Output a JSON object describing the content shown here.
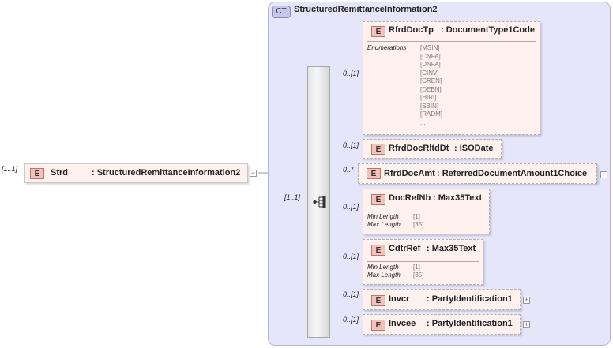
{
  "complex_type": {
    "badge": "CT",
    "name": "StructuredRemittanceInformation2"
  },
  "root": {
    "badge": "E",
    "cardinality": "[1..1]",
    "name": "Strd",
    "type": ": StructuredRemittanceInformation2"
  },
  "sequence": {
    "cardinality": "[1..1]"
  },
  "elements": [
    {
      "badge": "E",
      "cardinality": "0..[1]",
      "name": "RfrdDocTp",
      "type": ": DocumentType1Code",
      "facet_label": "Enumerations",
      "enumerations": [
        "[MSIN]",
        "[CNFA]",
        "[DNFA]",
        "[CINV]",
        "[CREN]",
        "[DEBN]",
        "[HIRI]",
        "[SBIN]",
        "[RADM]",
        "..."
      ]
    },
    {
      "badge": "E",
      "cardinality": "0..[1]",
      "name": "RfrdDocRltdDt",
      "type": ": ISODate"
    },
    {
      "badge": "E",
      "cardinality": "0..*",
      "name": "RfrdDocAmt",
      "type": ": ReferredDocumentAmount1Choice"
    },
    {
      "badge": "E",
      "cardinality": "0..[1]",
      "name": "DocRefNb",
      "type": ": Max35Text",
      "facets": [
        {
          "label": "Min Length",
          "value": "[1]"
        },
        {
          "label": "Max Length",
          "value": "[35]"
        }
      ]
    },
    {
      "badge": "E",
      "cardinality": "0..[1]",
      "name": "CdtrRef",
      "type": ": Max35Text",
      "facets": [
        {
          "label": "Min Length",
          "value": "[1]"
        },
        {
          "label": "Max Length",
          "value": "[35]"
        }
      ]
    },
    {
      "badge": "E",
      "cardinality": "0..[1]",
      "name": "Invcr",
      "type": ": PartyIdentification1"
    },
    {
      "badge": "E",
      "cardinality": "0..[1]",
      "name": "Invcee",
      "type": ": PartyIdentification1"
    }
  ],
  "expander_symbol": "+",
  "collapse_symbol": "−"
}
